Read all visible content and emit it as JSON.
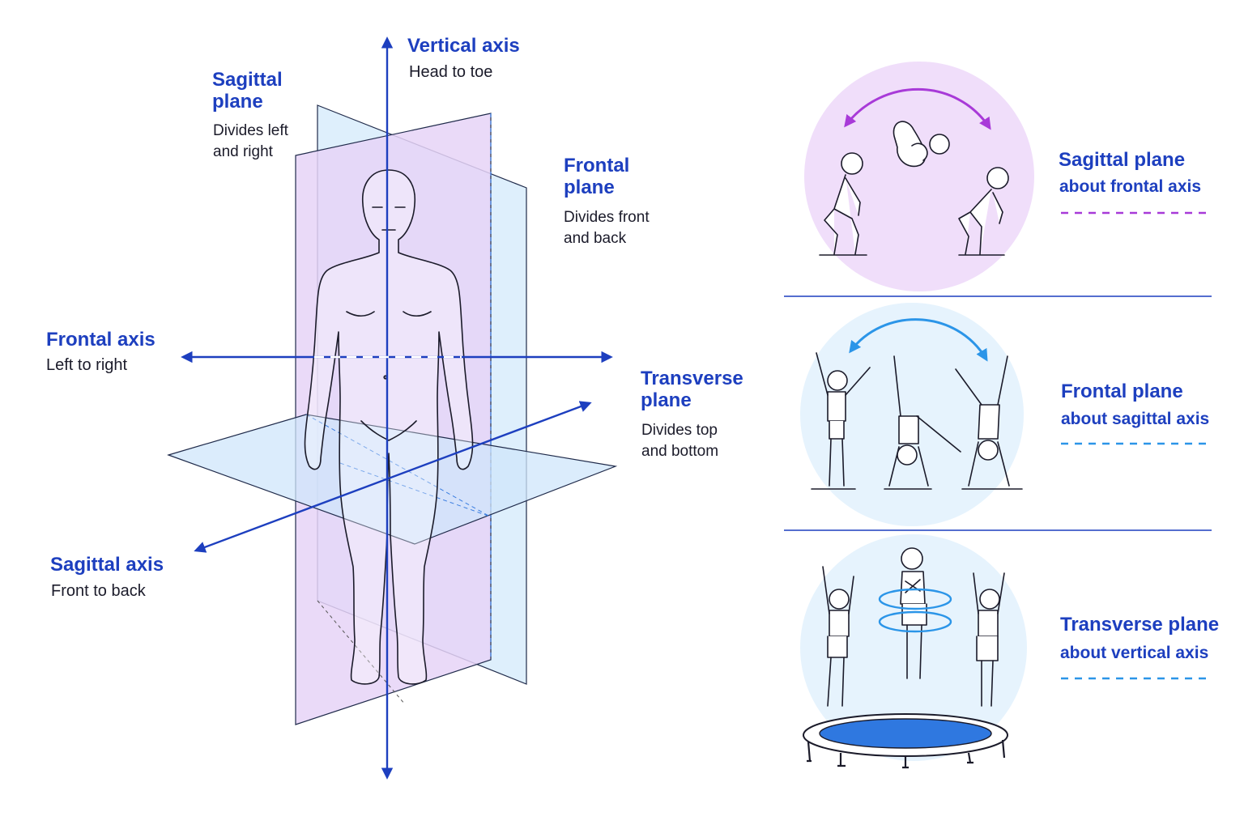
{
  "colors": {
    "axis_blue": "#1d3fbf",
    "sagittal_purple": "#a83ad8",
    "frontal_blue": "#2b95e8",
    "transverse_blue": "#2b95e8",
    "sagittal_plane_fill": "#e6d3f7",
    "frontal_plane_fill": "#d8ecfb",
    "transverse_plane_fill": "#cfe6fb",
    "trampoline_mat": "#2f78e0"
  },
  "labels": {
    "vertical_axis": {
      "title": "Vertical axis",
      "desc": "Head to toe"
    },
    "sagittal_plane": {
      "title": "Sagittal\nplane",
      "desc": "Divides left\nand right"
    },
    "frontal_plane": {
      "title": "Frontal\nplane",
      "desc": "Divides front\nand back"
    },
    "frontal_axis": {
      "title": "Frontal axis",
      "desc": "Left to right"
    },
    "transverse_plane": {
      "title": "Transverse\nplane",
      "desc": "Divides top\nand bottom"
    },
    "sagittal_axis": {
      "title": "Sagittal axis",
      "desc": "Front to back"
    }
  },
  "examples": [
    {
      "plane": "Sagittal plane",
      "axis": "about frontal axis",
      "icon": "somersault-figures"
    },
    {
      "plane": "Frontal plane",
      "axis": "about sagittal axis",
      "icon": "cartwheel-figures"
    },
    {
      "plane": "Transverse plane",
      "axis": "about vertical axis",
      "icon": "trampoline-twist-figures"
    }
  ]
}
